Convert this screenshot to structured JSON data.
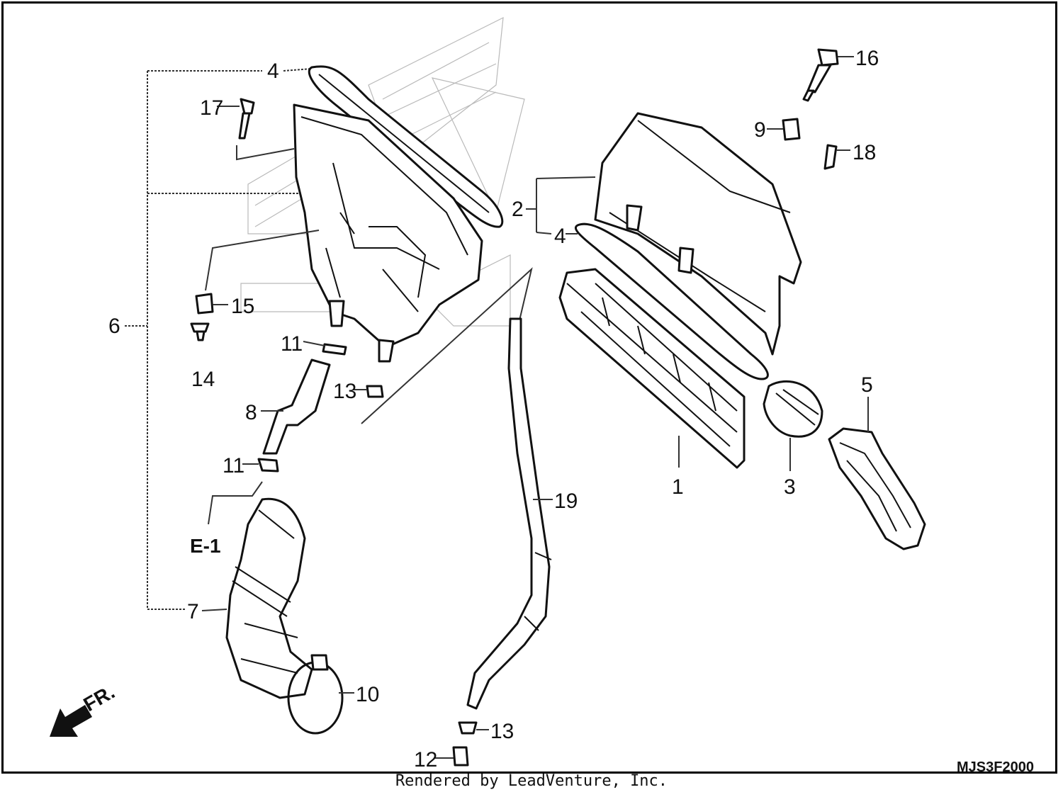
{
  "diagram": {
    "callouts": {
      "p1": "1",
      "p2": "2",
      "p3": "3",
      "p4a": "4",
      "p4b": "4",
      "p5": "5",
      "p6": "6",
      "p7": "7",
      "p8": "8",
      "p9": "9",
      "p10": "10",
      "p11a": "11",
      "p11b": "11",
      "p12": "12",
      "p13a": "13",
      "p13b": "13",
      "p14": "14",
      "p15": "15",
      "p16": "16",
      "p17": "17",
      "p18": "18",
      "p19": "19"
    },
    "reference_label": "E-1",
    "front_label": "FR.",
    "drawing_code": "MJS3F2000"
  },
  "footer": {
    "credit": "Rendered by LeadVenture, Inc."
  },
  "colors": {
    "line": "#111111",
    "watermark": "#b9b9b9",
    "background": "#ffffff"
  },
  "icons": {
    "front_arrow": "arrow-down-left-icon"
  }
}
